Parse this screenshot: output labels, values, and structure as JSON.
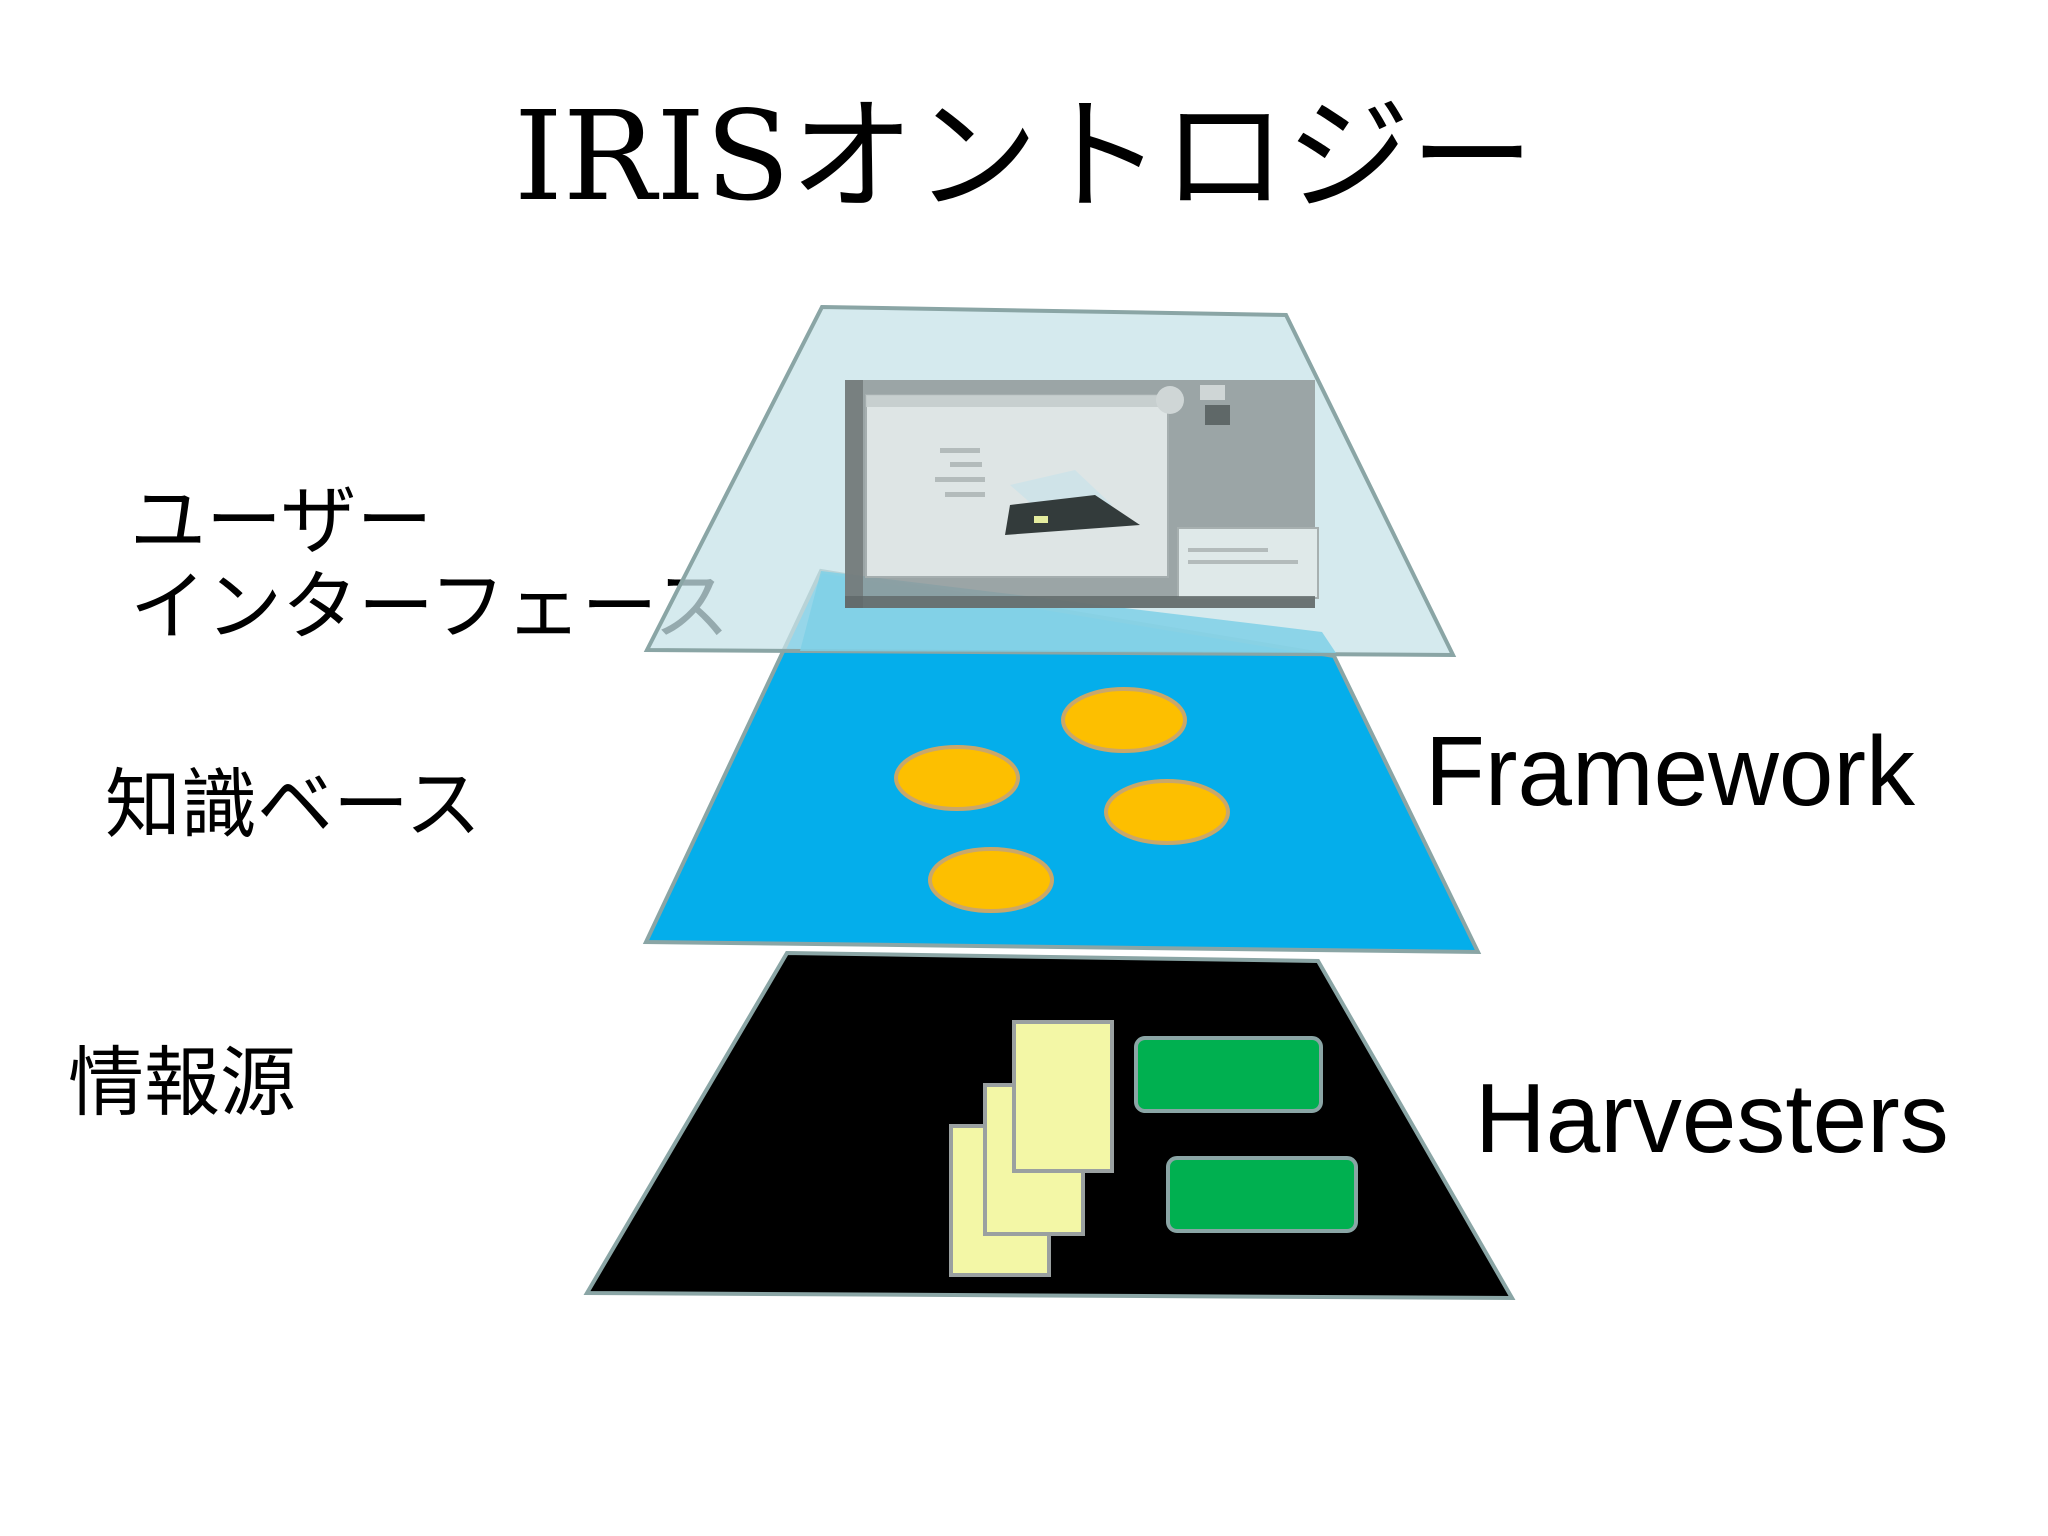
{
  "title": "IRISオントロジー",
  "layers": [
    {
      "left_label_lines": [
        "ユーザー",
        "インターフェース"
      ],
      "right_label": "",
      "fill": "#c7e3e8",
      "content": "screenshot"
    },
    {
      "left_label_lines": [
        "知識ベース"
      ],
      "right_label": "Framework",
      "fill": "#04aeeb",
      "content": "ellipses"
    },
    {
      "left_label_lines": [
        "情報源"
      ],
      "right_label": "Harvesters",
      "fill": "#000000",
      "content": "documents"
    }
  ],
  "colors": {
    "layer_border": "#8aa5a5",
    "ellipse_fill": "#fdbf00",
    "document_fill": "#f3f7a6",
    "record_fill": "#00b050",
    "overlap_fill": "#7fd0e6"
  }
}
